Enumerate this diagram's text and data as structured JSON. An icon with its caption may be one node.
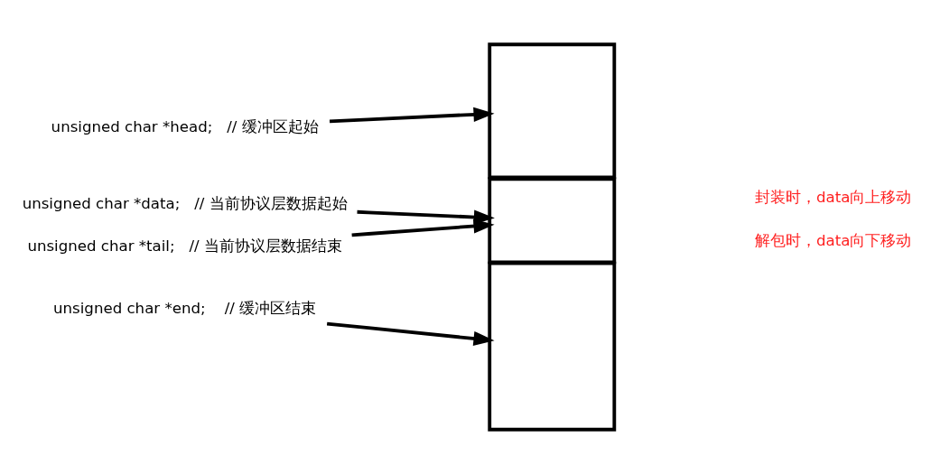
{
  "diagram": {
    "nodes": [
      {
        "text": [
          "unsigned char *head;   // 缓冲区起始"
        ]
      },
      {
        "text": [
          "unsigned char *data;   // 当前协议层数据起始"
        ]
      },
      {
        "text": [
          "unsigned char *tail;   // 当前协议层数据结束"
        ]
      },
      {
        "text": [
          "unsigned char *end;    // 缓冲区结束"
        ]
      },
      {
        "text": [],
        "shape": "box"
      },
      {
        "text": [],
        "shape": "box",
        "beside": [
          "封装时，data向上移动",
          "解包时，data向下移动"
        ]
      },
      {
        "text": [],
        "shape": "box"
      }
    ],
    "edges": [
      {
        "from": 0,
        "to": 4,
        "arrow": "to"
      },
      {
        "from": 1,
        "to": 5,
        "arrow": "to"
      },
      {
        "from": 2,
        "to": 5,
        "arrow": "to"
      },
      {
        "from": 3,
        "to": 6,
        "arrow": "to"
      }
    ]
  }
}
